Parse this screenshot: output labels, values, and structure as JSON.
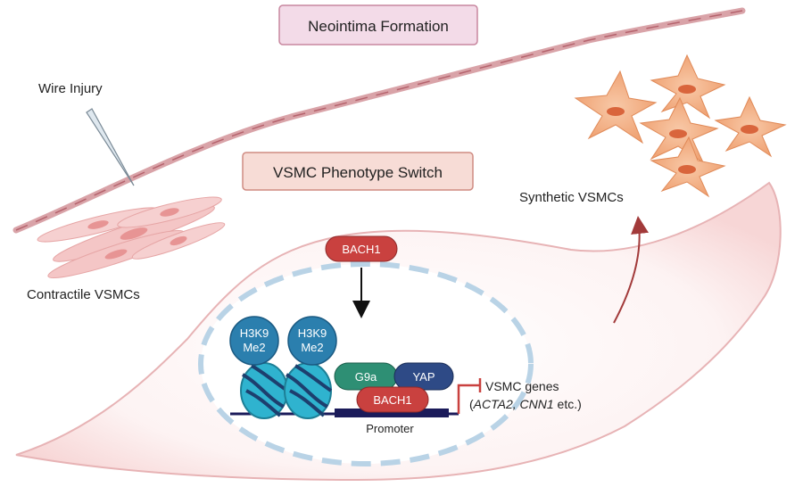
{
  "title_box": {
    "label": "Neointima Formation"
  },
  "phenotype_box": {
    "label": "VSMC Phenotype Switch"
  },
  "wire_injury": {
    "label": "Wire Injury"
  },
  "contractile": {
    "label": "Contractile VSMCs"
  },
  "synthetic": {
    "label": "Synthetic VSMCs"
  },
  "bach1_top": {
    "label": "BACH1"
  },
  "histone_marks": [
    {
      "line1": "H3K9",
      "line2": "Me2"
    },
    {
      "line1": "H3K9",
      "line2": "Me2"
    }
  ],
  "complex": {
    "g9a": "G9a",
    "yap": "YAP",
    "bach1": "BACH1"
  },
  "promoter": {
    "label": "Promoter"
  },
  "genes": {
    "line1": "VSMC genes",
    "open_paren": "(",
    "italic": "ACTA2, CNN1",
    "rest": " etc.)"
  },
  "colors": {
    "pink_box": "#f3dbe8",
    "salmon_box": "#f7dcd6",
    "bach1": "#c9413f",
    "histone_mark": "#2b7fae",
    "nucleosome": "#2fb3cf",
    "g9a": "#2e8f74",
    "yap": "#2e4a86",
    "synthetic_cell": "#f0a577",
    "contractile_cell": "#f4c6c6"
  }
}
